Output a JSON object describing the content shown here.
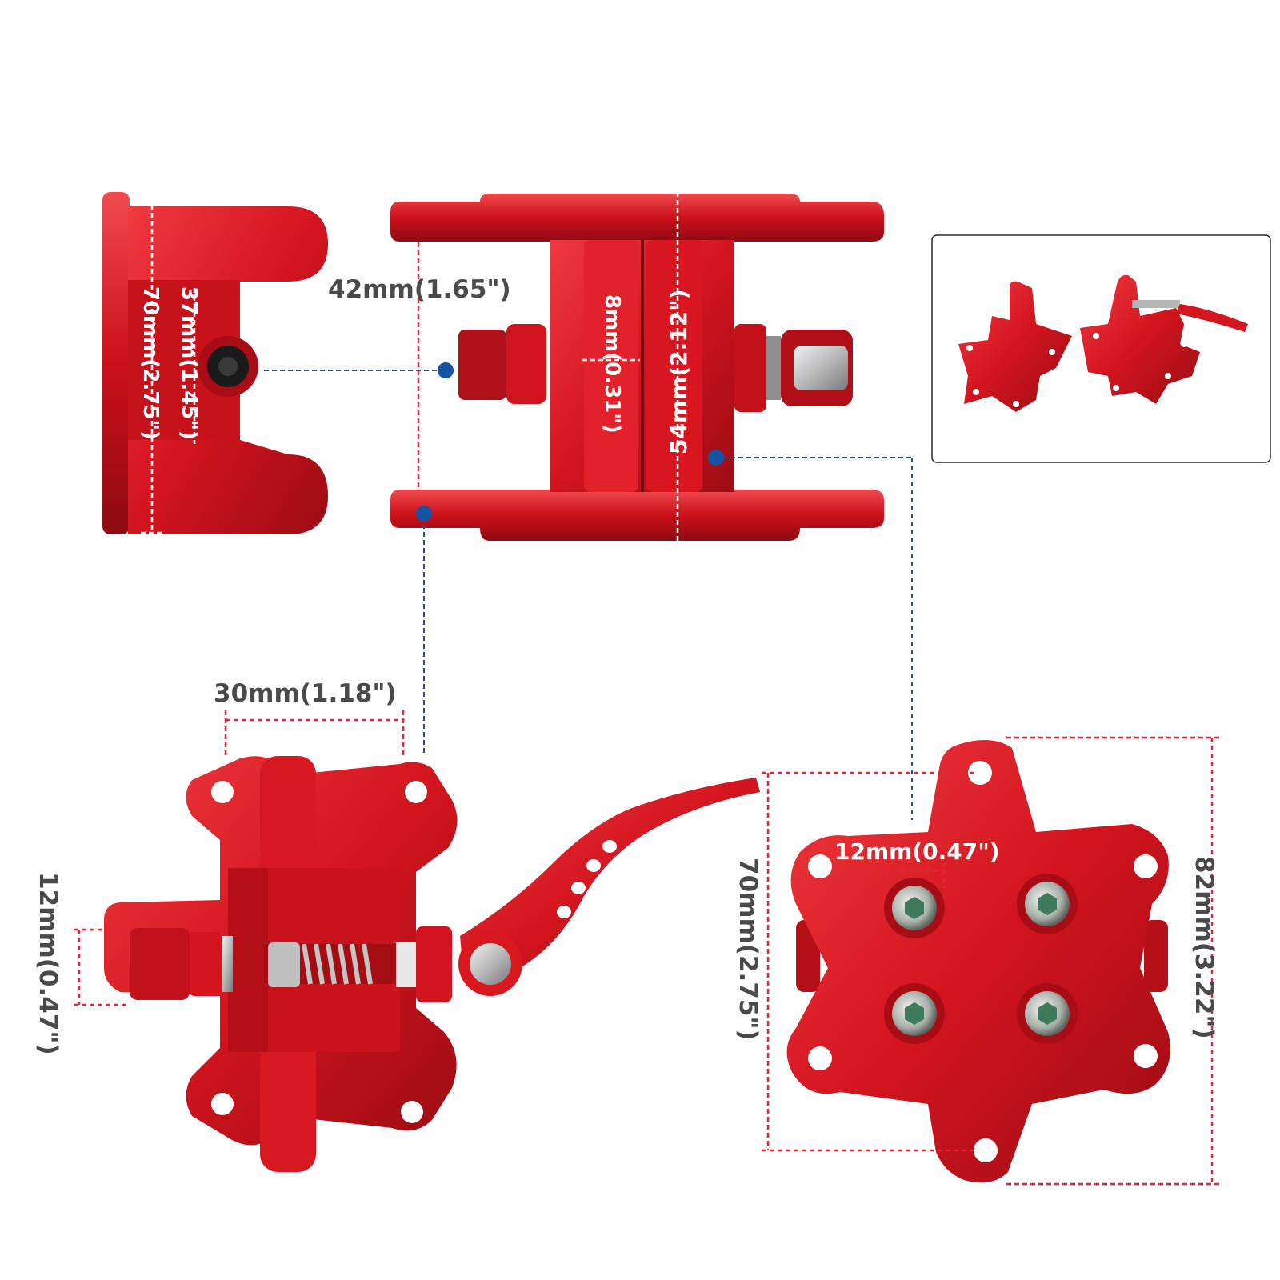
{
  "dimensions": {
    "side_height": "70mm(2.75\")",
    "side_width": "37mm(1.45\")",
    "front_gap": "42mm(1.65\")",
    "front_plate_gap": "8mm(0.31\")",
    "front_height": "54mm(2.12\")",
    "top_width": "30mm(1.18\")",
    "pin_diameter": "12mm(0.47\")",
    "bolt_spacing": "12mm(0.47\")",
    "plate_inner": "70mm(2.75\")",
    "plate_outer": "82mm(3.22\")"
  },
  "colors": {
    "part_red": "#d2141e",
    "part_dark": "#8e0a12",
    "dim_red": "#e32636",
    "text_gray": "#4a4a4a",
    "leader_blue": "#1f4f8f"
  }
}
